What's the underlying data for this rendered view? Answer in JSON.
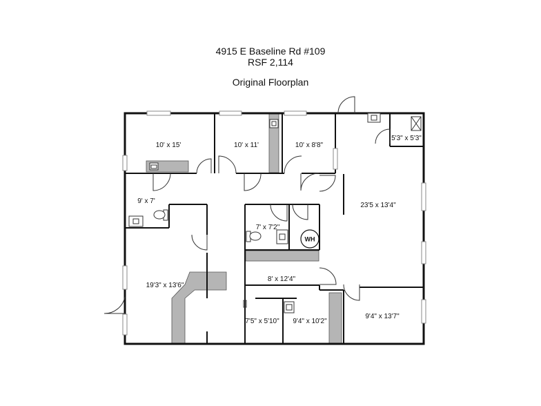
{
  "header": {
    "address": "4915 E Baseline Rd #109",
    "rsf": "RSF 2,114",
    "subtitle": "Original Floorplan"
  },
  "rooms": [
    {
      "id": "office-a",
      "label": "10' x 15'"
    },
    {
      "id": "office-b",
      "label": "10' x 11'"
    },
    {
      "id": "office-c",
      "label": "10' x 8'8\""
    },
    {
      "id": "open-area",
      "label": "23'5 x 13'4\""
    },
    {
      "id": "closet",
      "label": "5'3\" x 5'3\""
    },
    {
      "id": "restroom-a",
      "label": "9' x 7'"
    },
    {
      "id": "restroom-b",
      "label": "7' x 7'2\""
    },
    {
      "id": "reception",
      "label": "19'3\" x 13'6\""
    },
    {
      "id": "break-room",
      "label": "8' x 12'4\""
    },
    {
      "id": "storage",
      "label": "7'5\" x 5'10\""
    },
    {
      "id": "kitchenette",
      "label": "9'4\" x 10'2\""
    },
    {
      "id": "office-d",
      "label": "9'4\" x 13'7\""
    }
  ],
  "water_heater": {
    "label": "WH"
  }
}
